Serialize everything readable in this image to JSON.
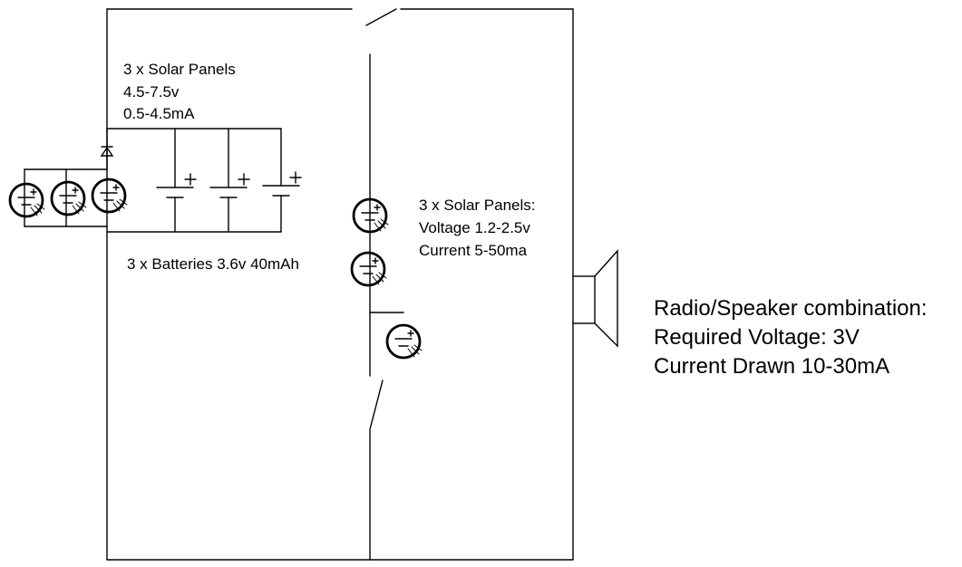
{
  "labels": {
    "top_panels": [
      "3 x Solar Panels",
      "4.5-7.5v",
      "0.5-4.5mA"
    ],
    "batteries": "3 x Batteries 3.6v 40mAh",
    "mid_panels": [
      "3 x Solar Panels:",
      "Voltage 1.2-2.5v",
      "Current  5-50ma"
    ],
    "speaker": [
      "Radio/Speaker combination:",
      "Required Voltage: 3V",
      "Current Drawn 10-30mA"
    ]
  },
  "colors": {
    "ink": "#000000",
    "background": "#ffffff"
  },
  "icons": [
    "solar-cell-icon",
    "battery-icon",
    "diode-icon",
    "switch-icon",
    "speaker-icon"
  ]
}
